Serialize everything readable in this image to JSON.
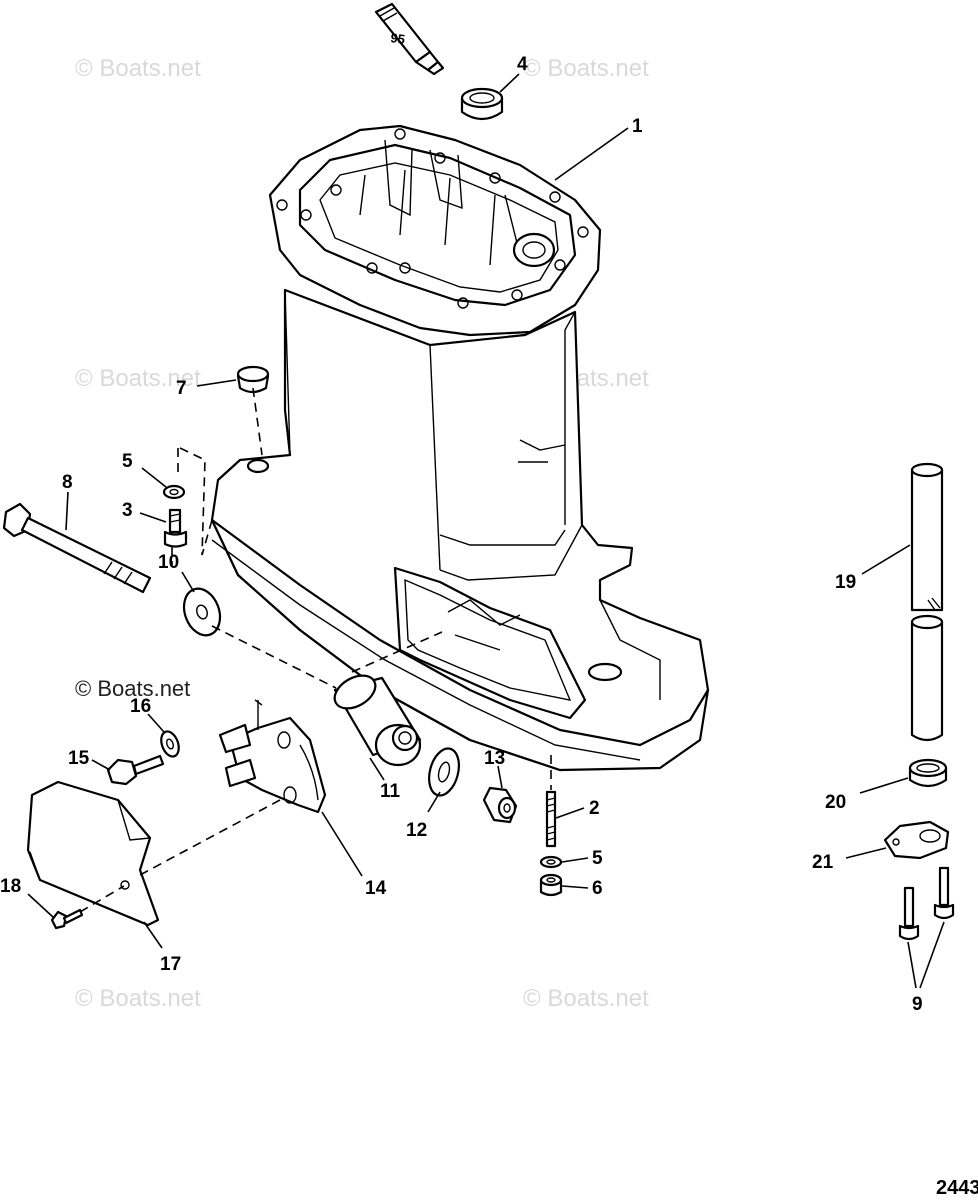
{
  "watermark": {
    "text": "© Boats.net"
  },
  "figure_number": "2443",
  "tube_label": "95",
  "callouts": [
    {
      "id": "c95",
      "label": "95"
    },
    {
      "id": "c4",
      "label": "4"
    },
    {
      "id": "c1",
      "label": "1"
    },
    {
      "id": "c7",
      "label": "7"
    },
    {
      "id": "c5a",
      "label": "5"
    },
    {
      "id": "c3",
      "label": "3"
    },
    {
      "id": "c8",
      "label": "8"
    },
    {
      "id": "c10",
      "label": "10"
    },
    {
      "id": "c16",
      "label": "16"
    },
    {
      "id": "c15",
      "label": "15"
    },
    {
      "id": "c11",
      "label": "11"
    },
    {
      "id": "c12",
      "label": "12"
    },
    {
      "id": "c13",
      "label": "13"
    },
    {
      "id": "c2",
      "label": "2"
    },
    {
      "id": "c5b",
      "label": "5"
    },
    {
      "id": "c6",
      "label": "6"
    },
    {
      "id": "c14",
      "label": "14"
    },
    {
      "id": "c18",
      "label": "18"
    },
    {
      "id": "c17",
      "label": "17"
    },
    {
      "id": "c19",
      "label": "19"
    },
    {
      "id": "c20",
      "label": "20"
    },
    {
      "id": "c21",
      "label": "21"
    },
    {
      "id": "c9",
      "label": "9"
    }
  ]
}
